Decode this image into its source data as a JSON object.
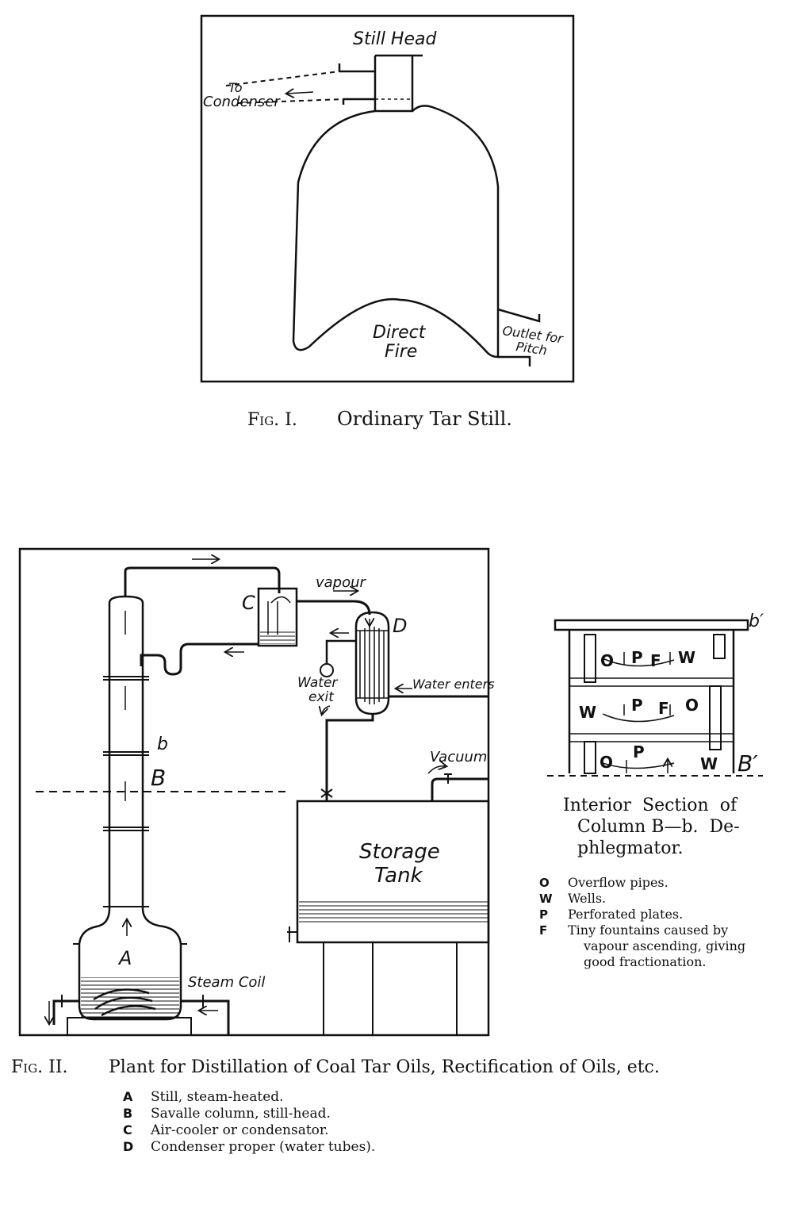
{
  "fig1": {
    "still_head": "Still Head",
    "to_condenser_1": "To",
    "to_condenser_2": "Condenser",
    "direct_fire_1": "Direct",
    "direct_fire_2": "Fire",
    "outlet_1": "Outlet for",
    "outlet_2": "Pitch",
    "caption_fig": "Fig. I.",
    "caption_text": "Ordinary Tar Still."
  },
  "fig2": {
    "label_c": "C",
    "label_d": "D",
    "label_a": "A",
    "label_b": "B",
    "label_b_small": "b",
    "vapour": "vapour",
    "water_exit_1": "Water",
    "water_exit_2": "exit",
    "water_enters": "Water enters",
    "vacuum": "Vacuum",
    "storage_1": "Storage",
    "storage_2": "Tank",
    "steam_coil": "Steam Coil",
    "caption_fig": "Fig. II.",
    "caption_text": "Plant for Distillation of Coal Tar Oils, Rectification of Oils, etc.",
    "legend": [
      {
        "key": "A",
        "text": "Still, steam-heated."
      },
      {
        "key": "B",
        "text": "Savalle column, still-head."
      },
      {
        "key": "C",
        "text": "Air-cooler or condensator."
      },
      {
        "key": "D",
        "text": "Condenser proper (water tubes)."
      }
    ]
  },
  "section": {
    "b_prime_top": "b′",
    "b_prime_bottom": "B′",
    "row1": [
      "O",
      "P",
      "F",
      "W"
    ],
    "row2": [
      "W",
      "P",
      "F",
      "O"
    ],
    "row3": [
      "O",
      "P",
      "W"
    ],
    "caption_1": "Interior  Section  of",
    "caption_2": "Column B—b.  De-",
    "caption_3": "phlegmator.",
    "legend": [
      {
        "key": "O",
        "text": "Overflow pipes."
      },
      {
        "key": "W",
        "text": "Wells."
      },
      {
        "key": "P",
        "text": "Perforated plates."
      },
      {
        "key": "F",
        "text": "Tiny fountains caused by"
      }
    ],
    "legend_cont_1": "vapour ascending, giving",
    "legend_cont_2": "good fractionation."
  }
}
